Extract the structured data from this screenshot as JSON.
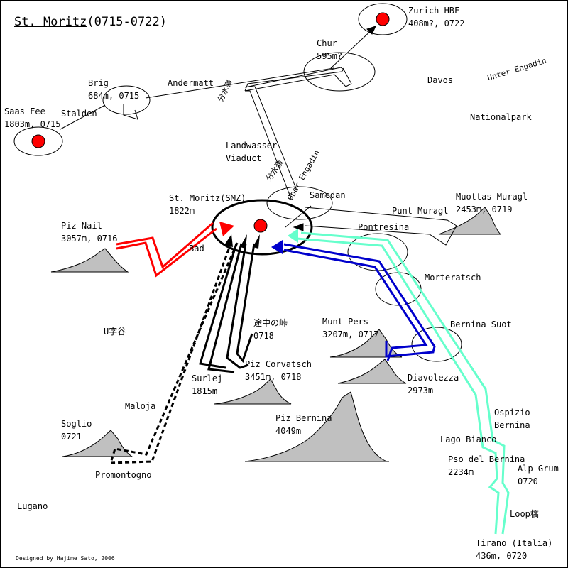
{
  "title": {
    "main": "St. Moritz",
    "dates": "(0715-0722)"
  },
  "credit": "Designed by Hajime Sato, 2006",
  "colors": {
    "day0715": "#ff0000",
    "day0716": "#ff0000",
    "day0718": "#000000",
    "day0719": "#000000",
    "day0720_up": "#66ffcc",
    "day0720_down": "#0000cc",
    "day0721": "#000000",
    "town": "#ff0000",
    "mountain": "#c0c0c0"
  },
  "labels": {
    "zurich": [
      "Zurich HBF",
      "408m?, 0722"
    ],
    "chur": [
      "Chur",
      "595m?"
    ],
    "brig": [
      "Brig",
      "684m, 0715"
    ],
    "andermatt": "Andermatt",
    "saas_fee": [
      "Saas Fee",
      "1803m, 0715"
    ],
    "stalden": "Stalden",
    "davos": "Davos",
    "unter_engadin": "Unter Engadin",
    "nationalpark": "Nationalpark",
    "landwasser": [
      "Landwasser",
      "Viaduct"
    ],
    "watershed1": "分水嶺",
    "watershed2": "分水嶺",
    "ober_engadin": "Ober Engadin",
    "samedan": "Samedan",
    "st_moritz": [
      "St. Moritz(SMZ)",
      "1822m"
    ],
    "muottas": [
      "Muottas Muragl",
      "2453m, 0719"
    ],
    "punt_muragl": "Punt Muragl",
    "pontresina": "Pontresina",
    "piz_nail": [
      "Piz Nail",
      "3057m, 0716"
    ],
    "bad": "Bad",
    "morteratsch": "Morteratsch",
    "tochu": [
      "途中の峠",
      "0718"
    ],
    "munt_pers": [
      "Munt Pers",
      "3207m, 0717"
    ],
    "bernina_suot": "Bernina Suot",
    "u_valley": "U字谷",
    "surlej": [
      "Surlej",
      "1815m"
    ],
    "corvatsch": [
      "Piz Corvatsch",
      "3451m, 0718"
    ],
    "diavolezza": [
      "Diavolezza",
      "2973m"
    ],
    "maloja": "Maloja",
    "ospizio": [
      "Ospizio",
      "Bernina"
    ],
    "lago_bianco": "Lago Bianco",
    "soglio": [
      "Soglio",
      "0721"
    ],
    "piz_bernina": [
      "Piz Bernina",
      "4049m"
    ],
    "pso_bernina": [
      "Pso del Bernina",
      "2234m"
    ],
    "alp_grum": [
      "Alp Grum",
      "0720"
    ],
    "promontogno": "Promontogno",
    "lugano": "Lugano",
    "loop": "Loop橋",
    "tirano": [
      "Tirano (Italia)",
      "436m, 0720"
    ]
  }
}
